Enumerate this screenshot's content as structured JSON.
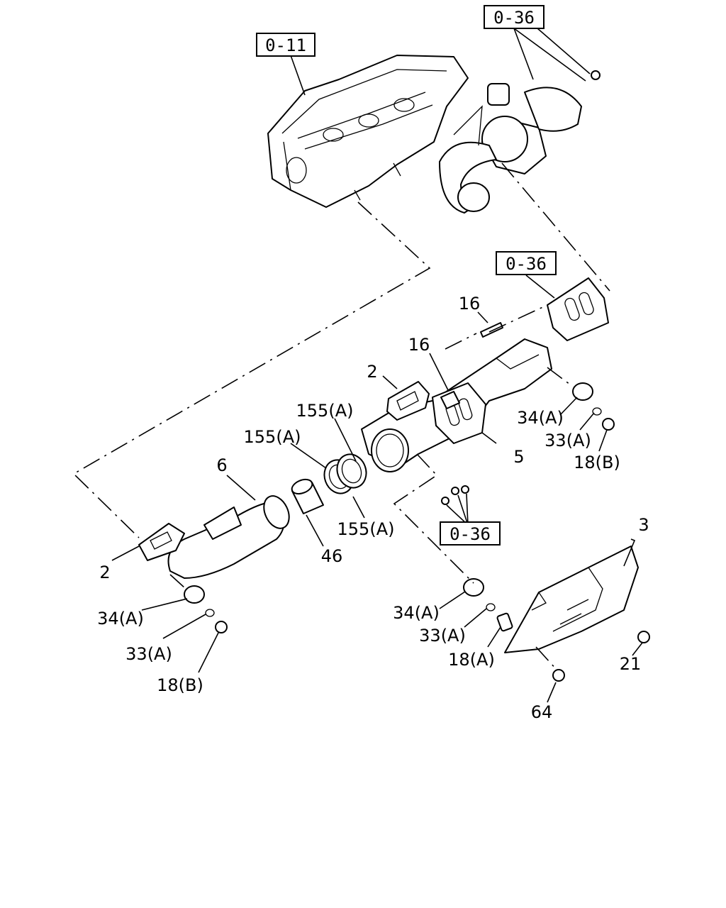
{
  "references": {
    "ref_top_right": "0-36",
    "ref_engine": "0-11",
    "ref_gasket": "0-36",
    "ref_bottom": "0-36"
  },
  "labels": {
    "l16a": "16",
    "l16b": "16",
    "l2a": "2",
    "l2b": "2",
    "l155a": "155(A)",
    "l155b": "155(A)",
    "l155c": "155(A)",
    "l6": "6",
    "l46": "46",
    "l5": "5",
    "l3": "3",
    "l34a": "34(A)",
    "l34b": "34(A)",
    "l34c": "34(A)",
    "l33a": "33(A)",
    "l33b": "33(A)",
    "l33c": "33(A)",
    "l18a": "18(B)",
    "l18b": "18(B)",
    "l18c": "18(A)",
    "l21": "21",
    "l64": "64"
  }
}
